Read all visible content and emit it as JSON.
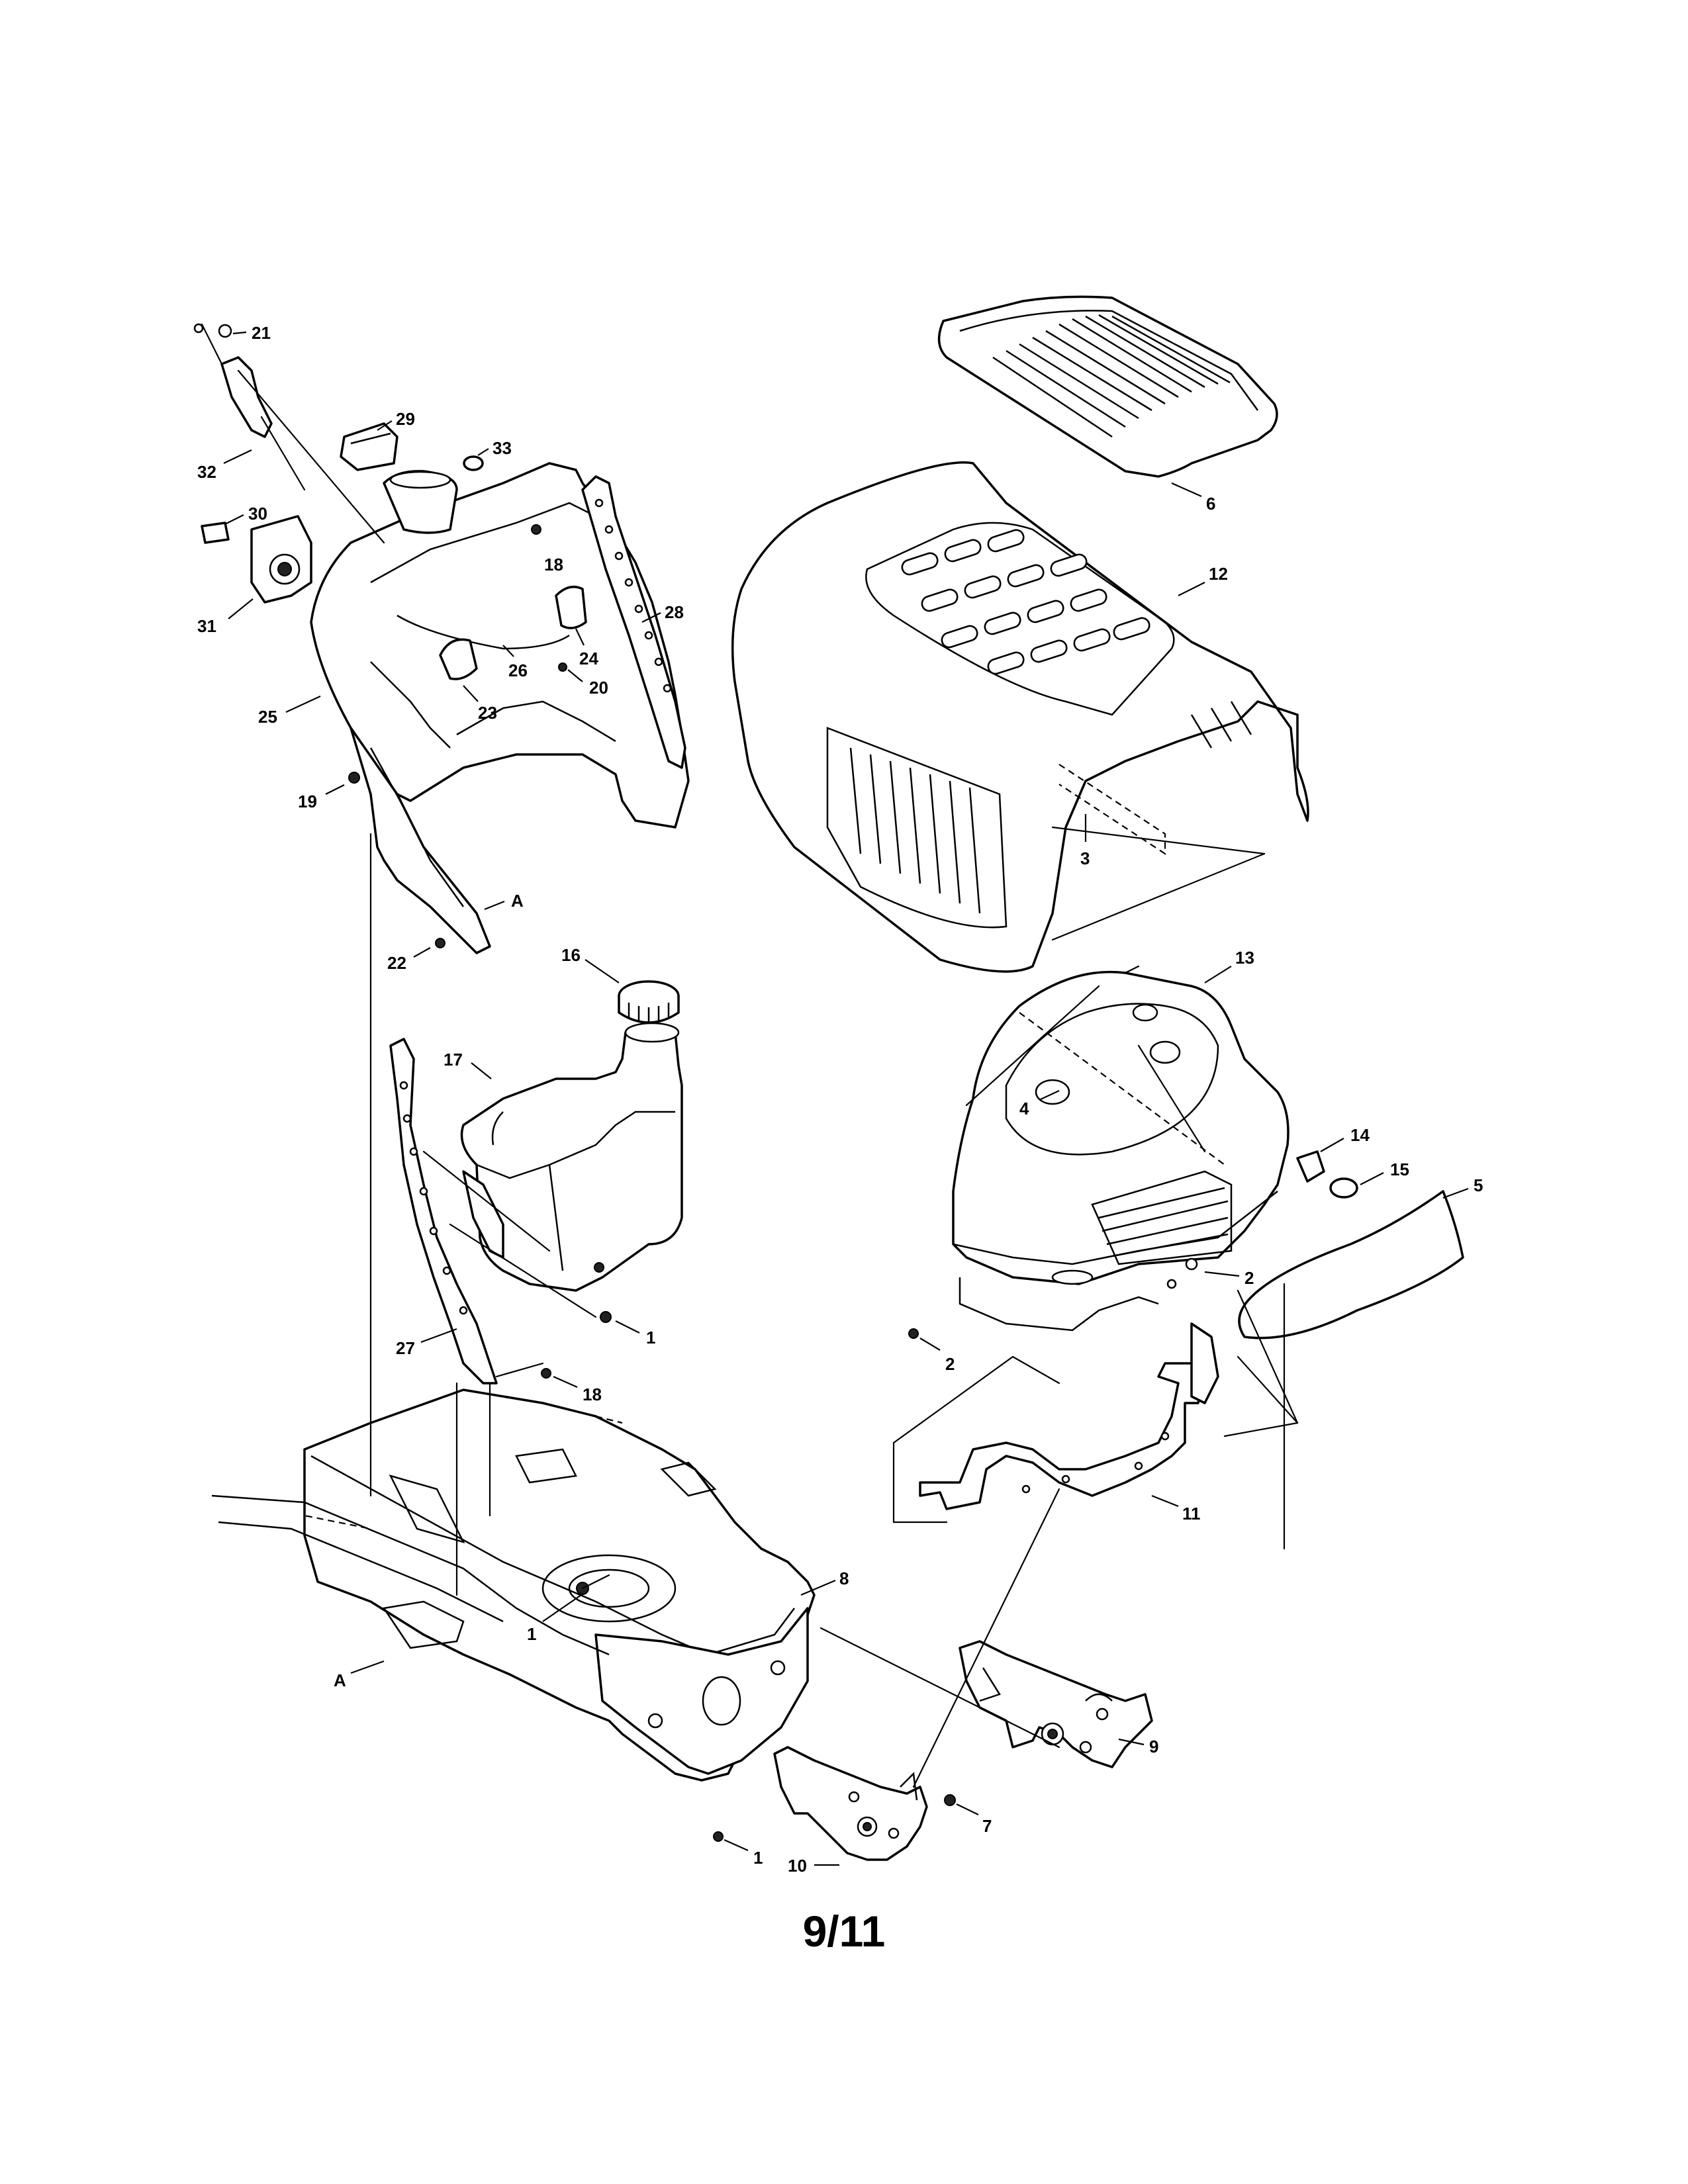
{
  "page_number": "9/11",
  "callouts": [
    {
      "id": "c21",
      "label": "21"
    },
    {
      "id": "c29",
      "label": "29"
    },
    {
      "id": "c32",
      "label": "32"
    },
    {
      "id": "c33",
      "label": "33"
    },
    {
      "id": "c30",
      "label": "30"
    },
    {
      "id": "c18a",
      "label": "18"
    },
    {
      "id": "c31",
      "label": "31"
    },
    {
      "id": "c28",
      "label": "28"
    },
    {
      "id": "c24",
      "label": "24"
    },
    {
      "id": "c26",
      "label": "26"
    },
    {
      "id": "c20",
      "label": "20"
    },
    {
      "id": "c25",
      "label": "25"
    },
    {
      "id": "c23",
      "label": "23"
    },
    {
      "id": "c19",
      "label": "19"
    },
    {
      "id": "cA1",
      "label": "A"
    },
    {
      "id": "c22",
      "label": "22"
    },
    {
      "id": "c16",
      "label": "16"
    },
    {
      "id": "c17",
      "label": "17"
    },
    {
      "id": "c1a",
      "label": "1"
    },
    {
      "id": "c27",
      "label": "27"
    },
    {
      "id": "c18b",
      "label": "18"
    },
    {
      "id": "c6",
      "label": "6"
    },
    {
      "id": "c12",
      "label": "12"
    },
    {
      "id": "c3",
      "label": "3"
    },
    {
      "id": "c13",
      "label": "13"
    },
    {
      "id": "c4",
      "label": "4"
    },
    {
      "id": "c14",
      "label": "14"
    },
    {
      "id": "c15",
      "label": "15"
    },
    {
      "id": "c5",
      "label": "5"
    },
    {
      "id": "c2a",
      "label": "2"
    },
    {
      "id": "c2b",
      "label": "2"
    },
    {
      "id": "c11",
      "label": "11"
    },
    {
      "id": "c8",
      "label": "8"
    },
    {
      "id": "c1b",
      "label": "1"
    },
    {
      "id": "cA2",
      "label": "A"
    },
    {
      "id": "c9",
      "label": "9"
    },
    {
      "id": "c7",
      "label": "7"
    },
    {
      "id": "c1c",
      "label": "1"
    },
    {
      "id": "c10",
      "label": "10"
    }
  ]
}
